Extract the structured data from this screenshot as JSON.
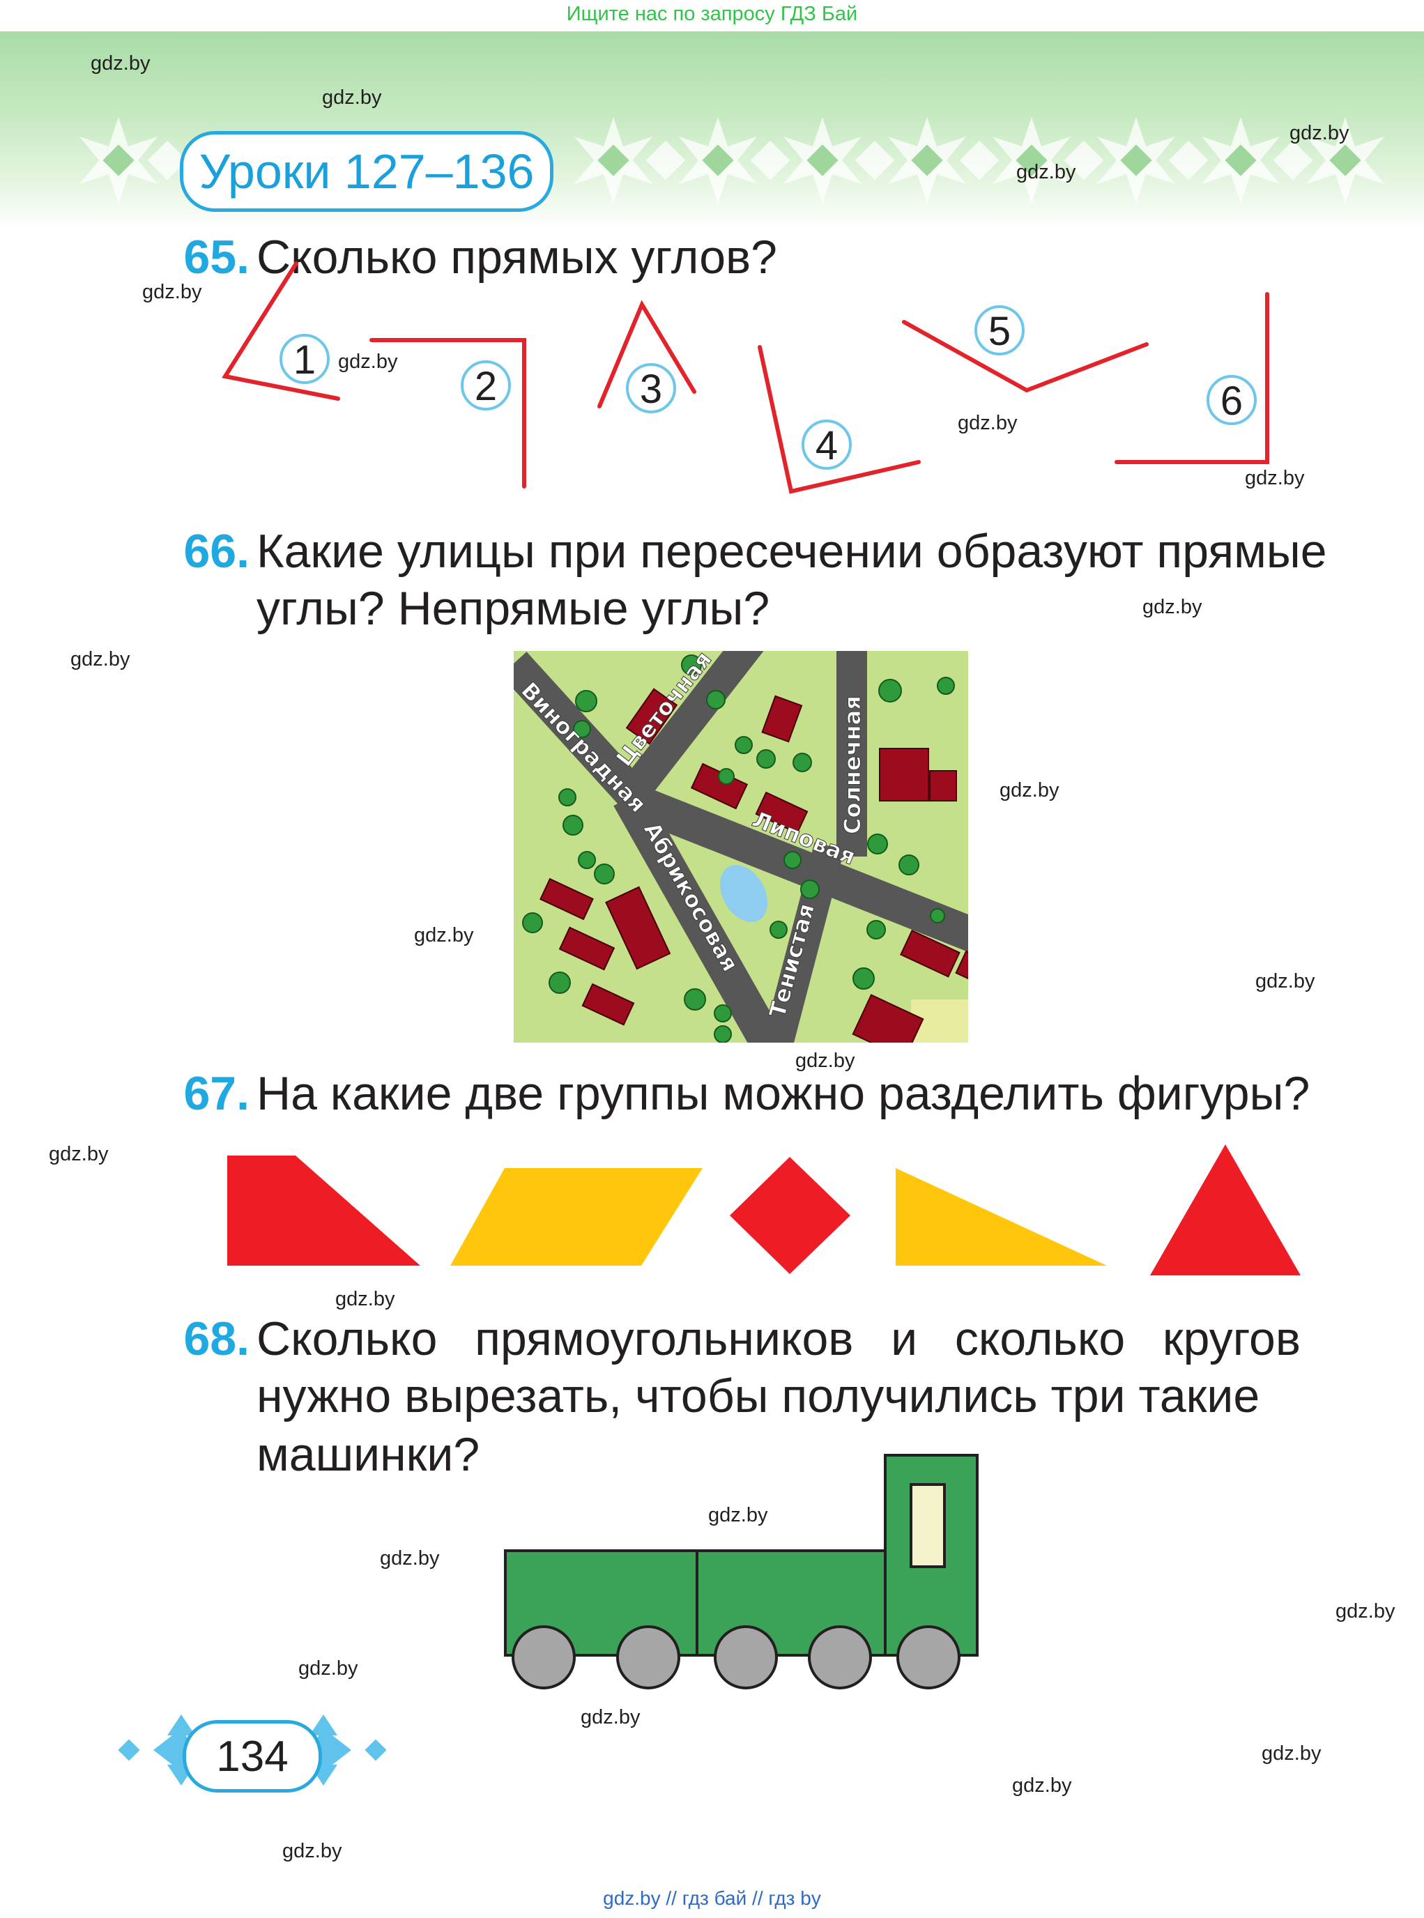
{
  "top_note": "Ищите нас по запросу ГДЗ Бай",
  "lesson_title": "Уроки 127–136",
  "tasks": [
    {
      "number": "65.",
      "lines": [
        "Сколько прямых углов?"
      ]
    },
    {
      "number": "66.",
      "lines": [
        "Какие улицы при пересечении образуют прямые",
        "углы? Непрямые углы?"
      ]
    },
    {
      "number": "67.",
      "lines": [
        "На какие две группы можно разделить фигуры?"
      ]
    },
    {
      "number": "68.",
      "lines": [
        "Сколько прямоугольников и сколько кругов",
        "нужно вырезать, чтобы получились три такие",
        "машинки?"
      ]
    }
  ],
  "angle_labels": [
    "1",
    "2",
    "3",
    "4",
    "5",
    "6"
  ],
  "streets": [
    "Виноградная",
    "Цветочная",
    "Солнечная",
    "Липовая",
    "Абрикосовая",
    "Тенистая"
  ],
  "page_number": "134",
  "watermark": "gdz.by",
  "footer": "gdz.by // гдз бай // гдз by",
  "colors": {
    "accent_blue": "#20a9e1",
    "angle_red": "#e3232b",
    "shape_red": "#ee1c25",
    "shape_yellow": "#ffc60b",
    "truck_green": "#3aa357",
    "wheel_grey": "#a6a6a6",
    "map_grass": "#c4e08b",
    "road_grey": "#575757",
    "house_red": "#9d0b1f"
  }
}
